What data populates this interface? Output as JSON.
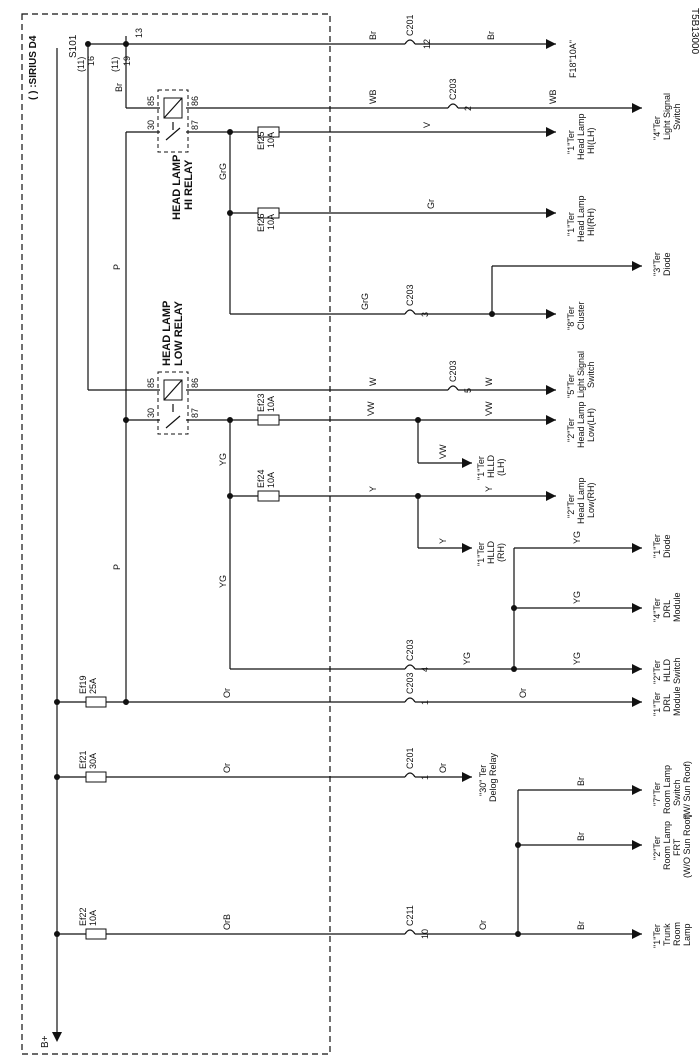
{
  "diagram": {
    "code": "T5B13000",
    "system_label": "( ) :SIRIUS D4",
    "power": "B+",
    "splice": {
      "name": "S101",
      "pins": [
        "(11)",
        "16",
        "(11)",
        "19",
        "13"
      ]
    },
    "relays": [
      {
        "name_line1": "HEAD LAMP",
        "name_line2": "HI RELAY",
        "pins": [
          "85",
          "86",
          "30",
          "87"
        ]
      },
      {
        "name_line1": "HEAD LAMP",
        "name_line2": "LOW RELAY",
        "pins": [
          "85",
          "86",
          "30",
          "87"
        ]
      }
    ],
    "fuses": [
      {
        "name": "Ef25",
        "rating": "10A"
      },
      {
        "name": "Ef26",
        "rating": "10A"
      },
      {
        "name": "Ef23",
        "rating": "10A"
      },
      {
        "name": "Ef24",
        "rating": "10A"
      },
      {
        "name": "Ef19",
        "rating": "25A"
      },
      {
        "name": "Ef21",
        "rating": "30A"
      },
      {
        "name": "Ef22",
        "rating": "10A"
      }
    ],
    "connectors": [
      {
        "name": "C201",
        "pin": "12"
      },
      {
        "name": "C203",
        "pin": "2"
      },
      {
        "name": "C203",
        "pin": "3"
      },
      {
        "name": "C203",
        "pin": "5"
      },
      {
        "name": "C203",
        "pin": "4"
      },
      {
        "name": "C203",
        "pin": "1"
      },
      {
        "name": "C201",
        "pin": "1"
      },
      {
        "name": "C211",
        "pin": "10"
      }
    ],
    "wires": [
      "Br",
      "Br",
      "WB",
      "WB",
      "Br",
      "V",
      "GrG",
      "Gr",
      "GrG",
      "P",
      "W",
      "W",
      "VW",
      "VW",
      "VW",
      "YG",
      "Y",
      "Y",
      "Y",
      "YG",
      "YG",
      "YG",
      "YG",
      "P",
      "YG",
      "Or",
      "Or",
      "Or",
      "Or",
      "OrB",
      "Or",
      "Br",
      "Br",
      "Br"
    ],
    "terminals": [
      {
        "line1": "F18\"10A\""
      },
      {
        "line1": "\"4\"Ter",
        "line2": "Light Signal",
        "line3": "Switch"
      },
      {
        "line1": "\"1\"Ter",
        "line2": "Head Lamp",
        "line3": "HI(LH)"
      },
      {
        "line1": "\"1\"Ter",
        "line2": "Head Lamp",
        "line3": "HI(RH)"
      },
      {
        "line1": "\"3\"Ter",
        "line2": "Diode"
      },
      {
        "line1": "\"8\"Ter",
        "line2": "Cluster"
      },
      {
        "line1": "\"5\"Ter",
        "line2": "Light Signal",
        "line3": "Switch"
      },
      {
        "line1": "\"2\"Ter",
        "line2": "Head Lamp",
        "line3": "Low(LH)"
      },
      {
        "line1": "\"1\"Ter",
        "line2": "HLLD",
        "line3": "(LH)"
      },
      {
        "line1": "\"2\"Ter",
        "line2": "Head Lamp",
        "line3": "Low(RH)"
      },
      {
        "line1": "\"1\"Ter",
        "line2": "HLLD",
        "line3": "(RH)"
      },
      {
        "line1": "\"1\"Ter",
        "line2": "Diode"
      },
      {
        "line1": "\"4\"Ter",
        "line2": "DRL",
        "line3": "Module"
      },
      {
        "line1": "\"2\"Ter",
        "line2": "HLLD",
        "line3": "Switch"
      },
      {
        "line1": "\"1\"Ter",
        "line2": "DRL",
        "line3": "Module"
      },
      {
        "line1": "\"30\" Ter",
        "line2": "Delog Relay"
      },
      {
        "line1": "\"7\"Ter",
        "line2": "Room Lamp",
        "line3": "Switch",
        "line4": "(W/ Sun Roof)"
      },
      {
        "line1": "\"2\"Ter",
        "line2": "Room Lamp",
        "line3": "FRT",
        "line4": "(W/O Sun Roof)"
      },
      {
        "line1": "\"1\"Ter",
        "line2": "Trunk",
        "line3": "Room",
        "line4": "Lamp"
      }
    ]
  }
}
